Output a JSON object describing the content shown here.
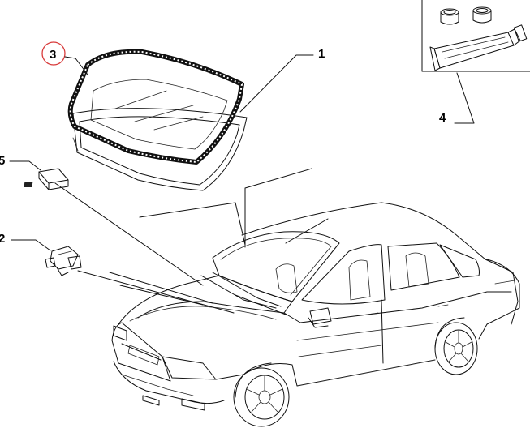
{
  "callouts": {
    "c1": "1",
    "c2": "2",
    "c3": "3",
    "c4": "4",
    "c5": "5"
  },
  "colors": {
    "highlight_circle": "#d83a3a",
    "ink": "#111111"
  },
  "icons": {
    "windscreen": "windscreen-glass-icon",
    "seal": "windscreen-seal-icon",
    "adhesive_kit": "adhesive-kit-icon",
    "clip": "retaining-clip-icon",
    "spacer": "spacer-block-icon",
    "car": "car-sedan-icon"
  }
}
